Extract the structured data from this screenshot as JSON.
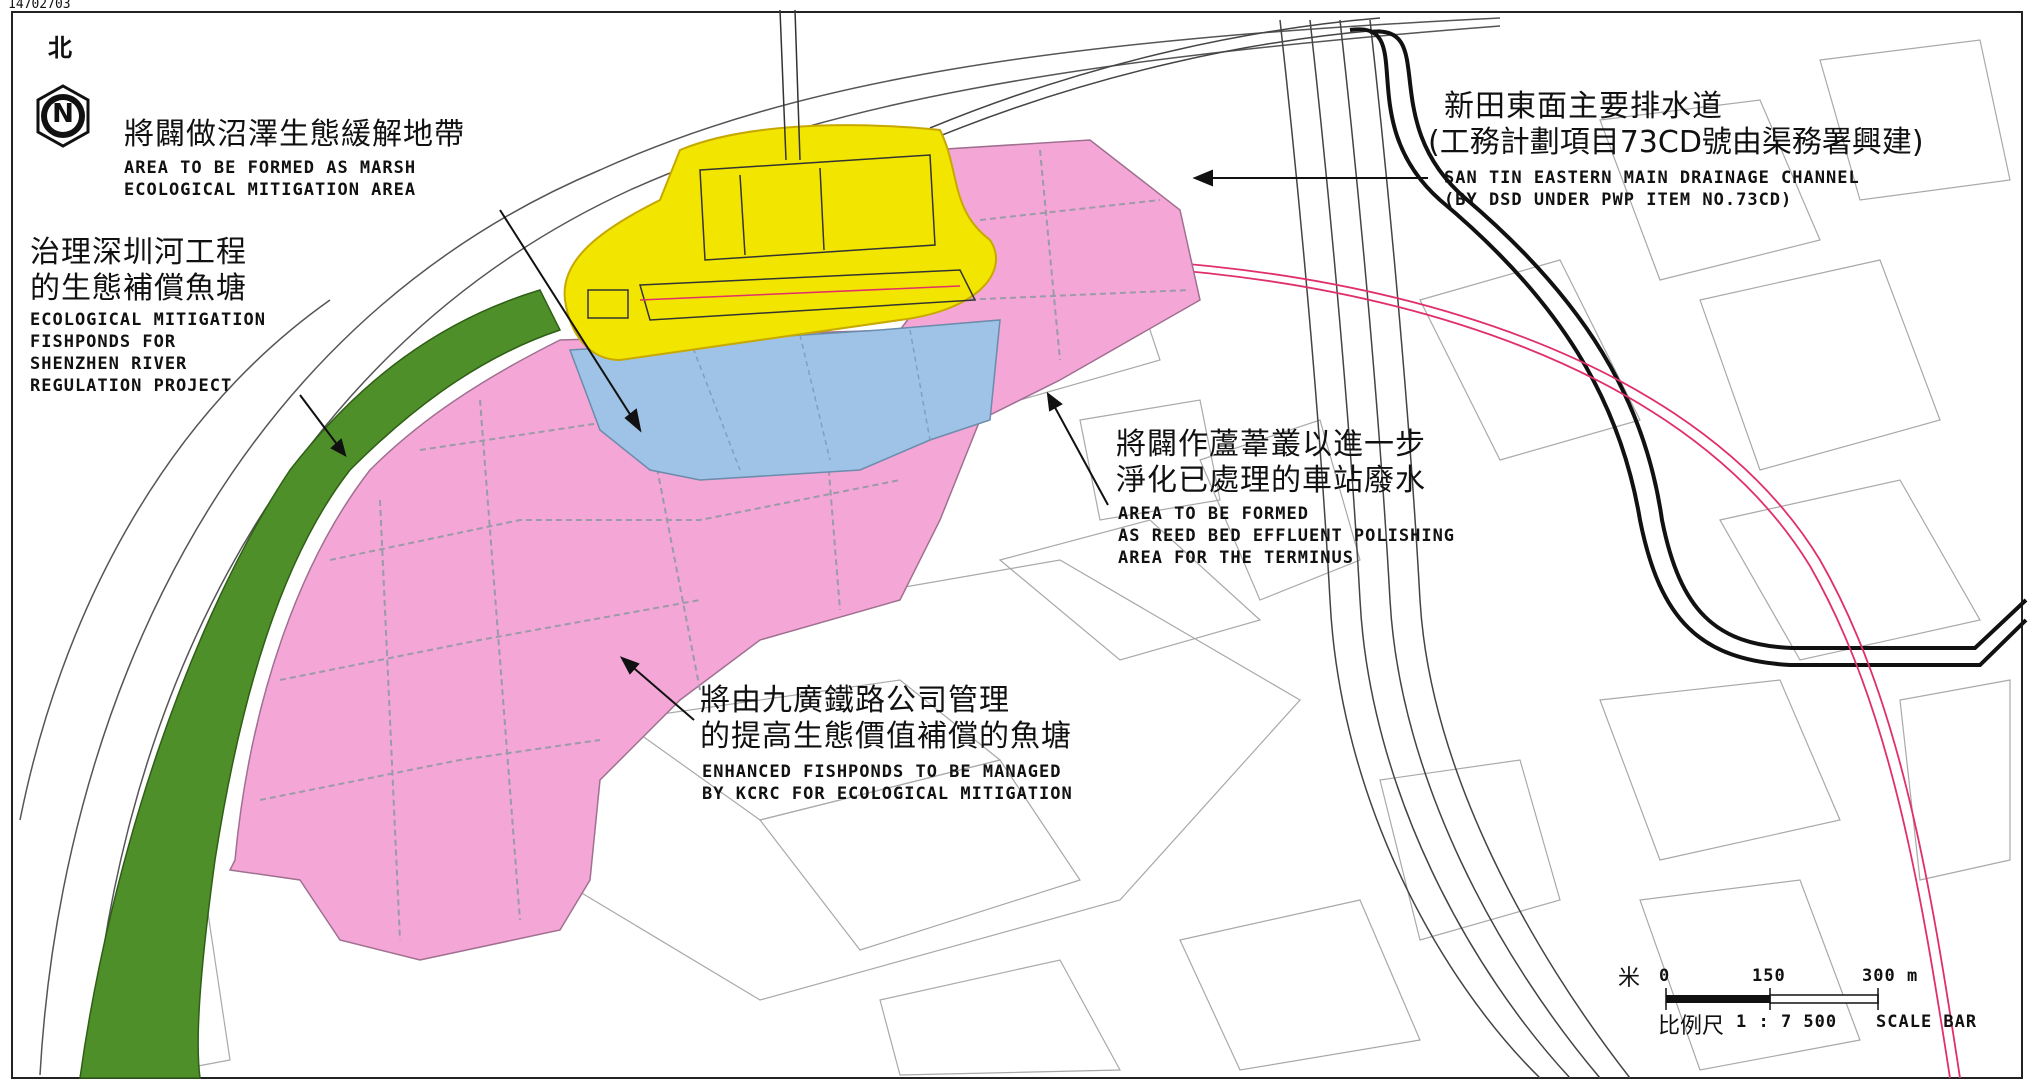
{
  "drawing_no": "14702703",
  "north": {
    "zh": "北",
    "letter": "N",
    "icon": "north-arrow-icon"
  },
  "colors": {
    "marsh": "#f2e600",
    "reed_bed": "#9ec3e6",
    "enhanced_fishponds": "#f4a7d6",
    "shenzhen_mitigation": "#4f8f2a",
    "alignment": "#e0306a"
  },
  "labels": {
    "marsh": {
      "zh": "將闢做沼澤生態緩解地帶",
      "en1": "AREA TO BE FORMED AS MARSH",
      "en2": "ECOLOGICAL MITIGATION AREA"
    },
    "shenzhen": {
      "zh1": "治理深圳河工程",
      "zh2": "的生態補償魚塘",
      "en1": "ECOLOGICAL MITIGATION",
      "en2": "FISHPONDS FOR",
      "en3": "SHENZHEN RIVER",
      "en4": "REGULATION PROJECT"
    },
    "drainage": {
      "zh1": "新田東面主要排水道",
      "zh2": "(工務計劃項目73CD號由渠務署興建)",
      "en1": "SAN TIN EASTERN MAIN DRAINAGE CHANNEL",
      "en2": "(BY DSD UNDER PWP ITEM NO.73CD)"
    },
    "reed_bed": {
      "zh1": "將闢作蘆葦叢以進一步",
      "zh2": "淨化已處理的車站廢水",
      "en1": "AREA TO BE FORMED",
      "en2": "AS REED BED EFFLUENT POLISHING",
      "en3": "AREA FOR THE TERMINUS"
    },
    "enhanced": {
      "zh1": "將由九廣鐵路公司管理",
      "zh2": "的提高生態價值補償的魚塘",
      "en1": "ENHANCED FISHPONDS TO BE MANAGED",
      "en2": "BY KCRC FOR ECOLOGICAL MITIGATION"
    }
  },
  "scale_bar": {
    "unit_zh": "米",
    "ticks": [
      "0",
      "150",
      "300 m"
    ],
    "zh": "比例尺",
    "ratio": "1 : 7 500",
    "en": "SCALE BAR"
  }
}
